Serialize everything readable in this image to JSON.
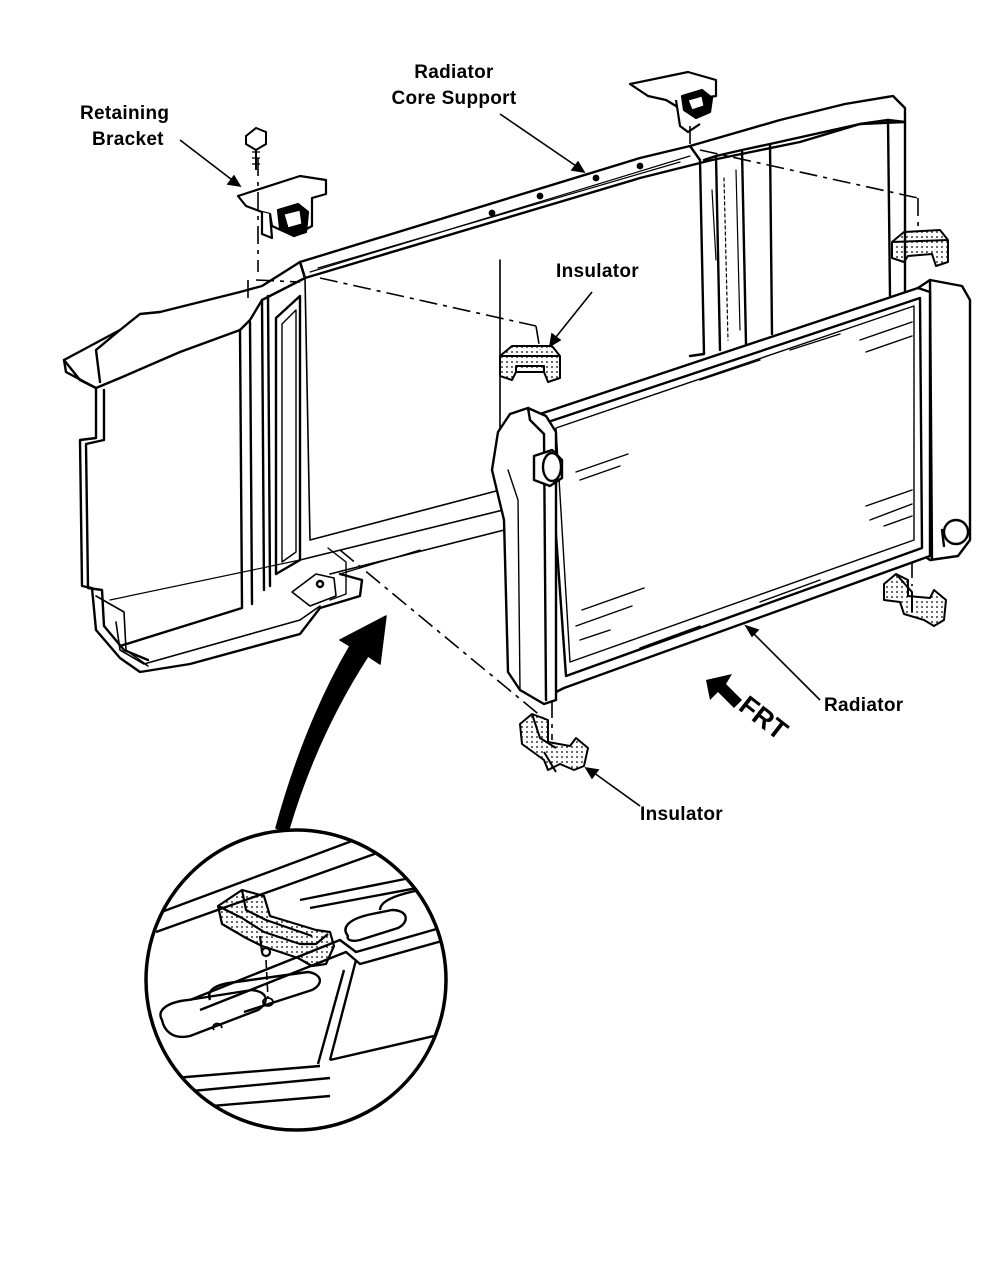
{
  "labels": {
    "retaining_bracket_line1": "Retaining",
    "retaining_bracket_line2": "Bracket",
    "core_support_line1": "Radiator",
    "core_support_line2": "Core Support",
    "insulator_upper": "Insulator",
    "insulator_lower": "Insulator",
    "radiator": "Radiator",
    "front": "FRT"
  },
  "colors": {
    "ink": "#000000",
    "paper": "#ffffff"
  }
}
